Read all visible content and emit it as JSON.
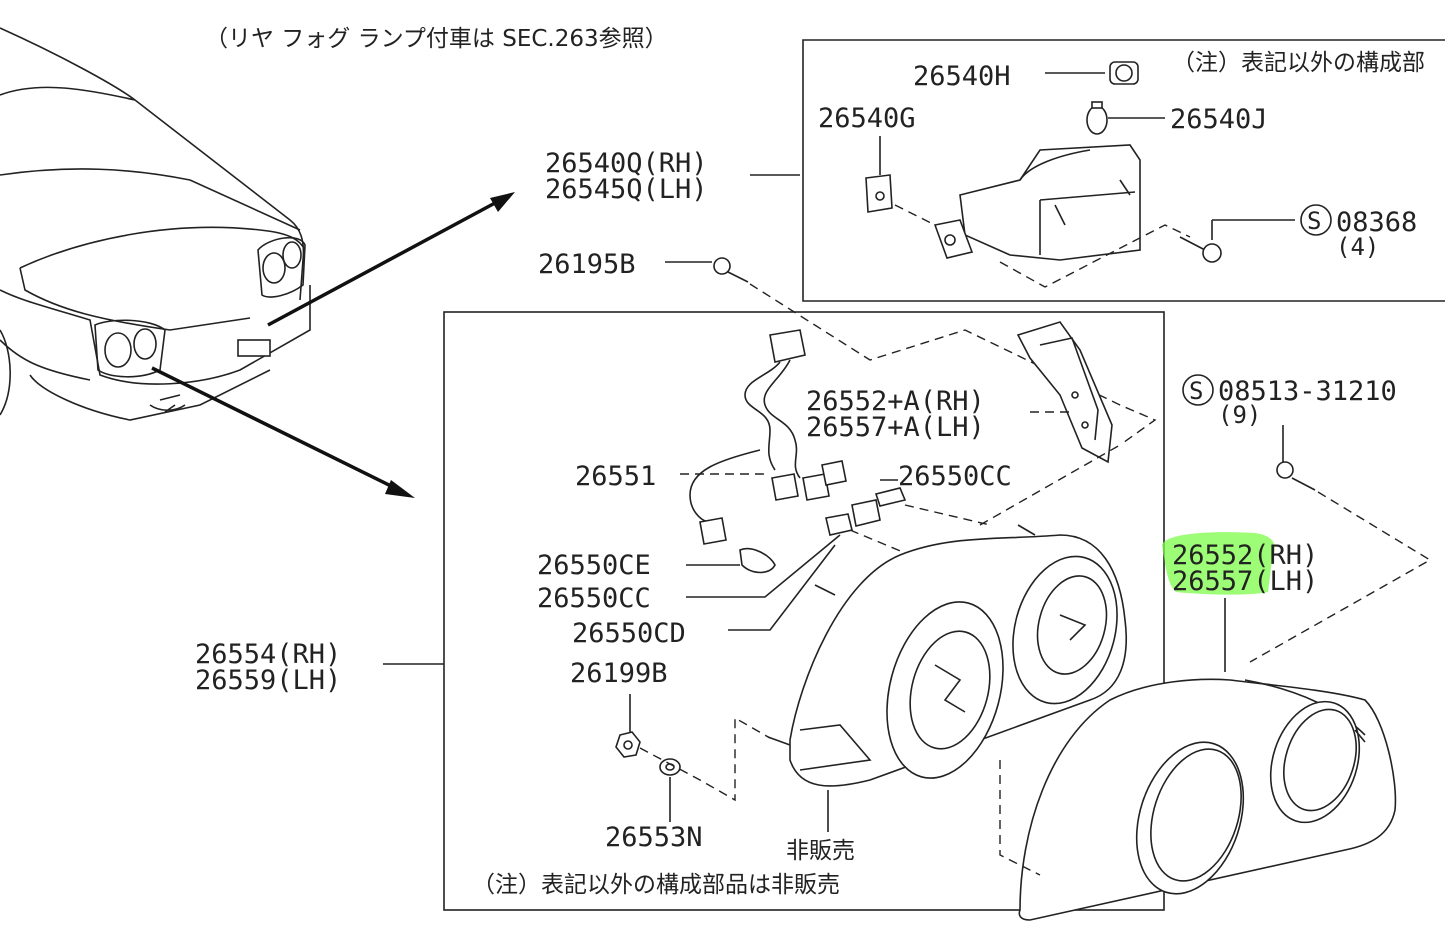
{
  "header_note": "（リヤ フォグ ランプ付車は SEC.263参照）",
  "accent_color": "#7CFC4A",
  "boxes": {
    "upper": {
      "note": "（注）表記以外の構成部"
    },
    "lower": {
      "note": "（注）表記以外の構成部品は非販売"
    }
  },
  "labels": {
    "p26540H": "26540H",
    "p26540G": "26540G",
    "p26540J": "26540J",
    "p26540Q": "26540Q(RH)",
    "p26545Q": "26545Q(LH)",
    "s08368": "08368",
    "s08368_qty": "(4)",
    "p26195B": "26195B",
    "s08513": "08513-31210",
    "s08513_qty": "(9)",
    "p26552A": "26552+A(RH)",
    "p26557A": "26557+A(LH)",
    "p26551": "26551",
    "p26550CC_top": "26550CC",
    "p26550CE": "26550CE",
    "p26550CC": "26550CC",
    "p26550CD": "26550CD",
    "p26554": "26554(RH)",
    "p26559": "26559(LH)",
    "p26199B": "26199B",
    "p26553N": "26553N",
    "p26552": "26552(RH)",
    "p26557": "26557(LH)",
    "not_for_sale": "非販売"
  },
  "icons": [
    "s-circle-icon",
    "bulb-icon",
    "screw-icon",
    "nut-icon",
    "washer-icon",
    "connector-icon"
  ]
}
